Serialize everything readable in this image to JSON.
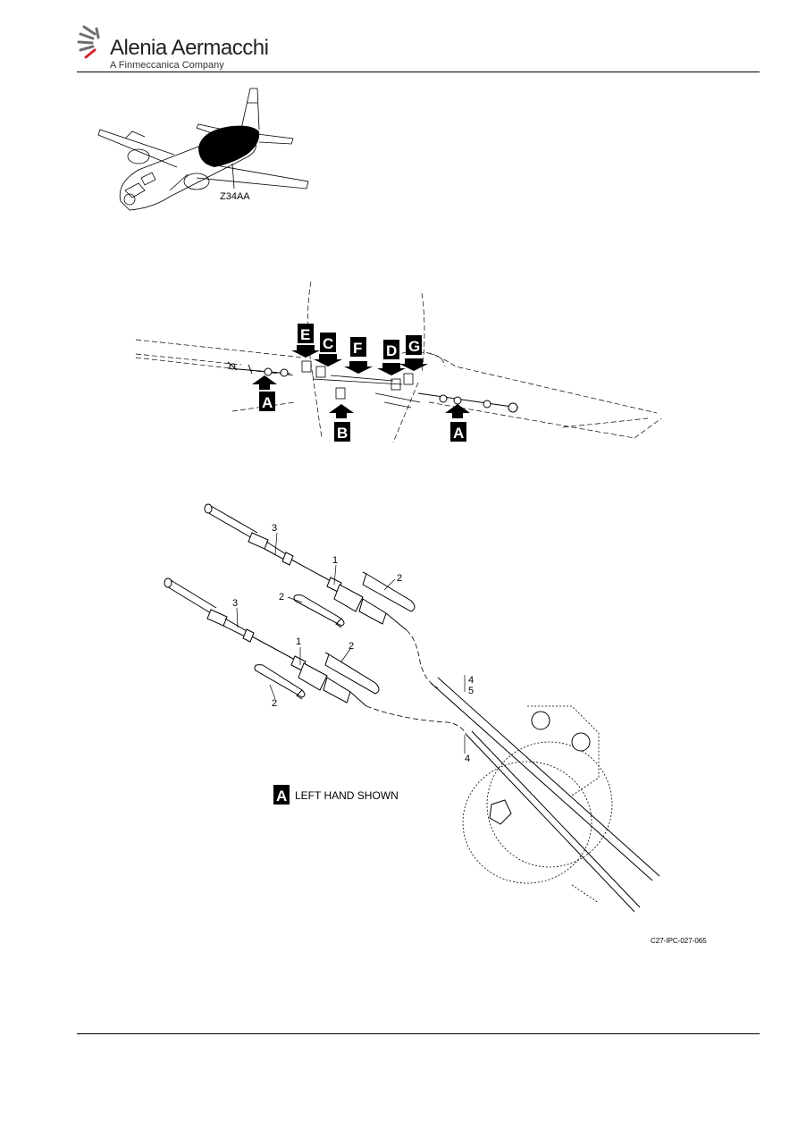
{
  "header": {
    "logo_brand": "Alenia Aermacchi",
    "logo_tagline": "A Finmeccanica Company"
  },
  "locator": {
    "zone_label": "Z34AA"
  },
  "overview": {
    "view_letters": [
      "E",
      "C",
      "F",
      "D",
      "G",
      "A",
      "B",
      "A"
    ]
  },
  "detail": {
    "callouts": [
      "3",
      "1",
      "2",
      "2",
      "3",
      "1",
      "2",
      "2",
      "4",
      "5",
      "4"
    ],
    "legend_letter": "A",
    "legend_text": "LEFT HAND SHOWN"
  },
  "footer": {
    "figure_id": "C27-IPC-027-065"
  },
  "colors": {
    "accent": "#d6262c",
    "ink": "#000000",
    "logo_grey": "#6d6e71"
  }
}
